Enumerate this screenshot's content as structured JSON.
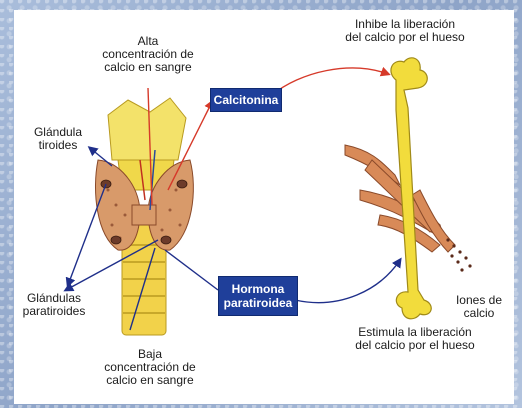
{
  "labels": {
    "high_calcium": "Alta\nconcentración de\ncalcio en sangre",
    "inhibit_release": "Inhibe la liberación\ndel calcio por el hueso",
    "thyroid_gland": "Glándula\ntiroides",
    "parathyroid_glands": "Glándulas\nparatiroides",
    "calcium_ions": "Iones de\ncalcio",
    "stimulate_release": "Estimula la liberación\ndel calcio por el hueso",
    "low_calcium": "Baja\nconcentración de\ncalcio en sangre"
  },
  "hormones": {
    "calcitonin": "Calcitonina",
    "parathyroid_hormone": "Hormona\nparatiroidea"
  },
  "colors": {
    "hormone_box": "#1f3f9a",
    "calcitonin_arrow": "#d63a2a",
    "pth_arrow": "#1f2f8a",
    "bone": "#f2dc3c",
    "tissue": "#c87a4a"
  }
}
